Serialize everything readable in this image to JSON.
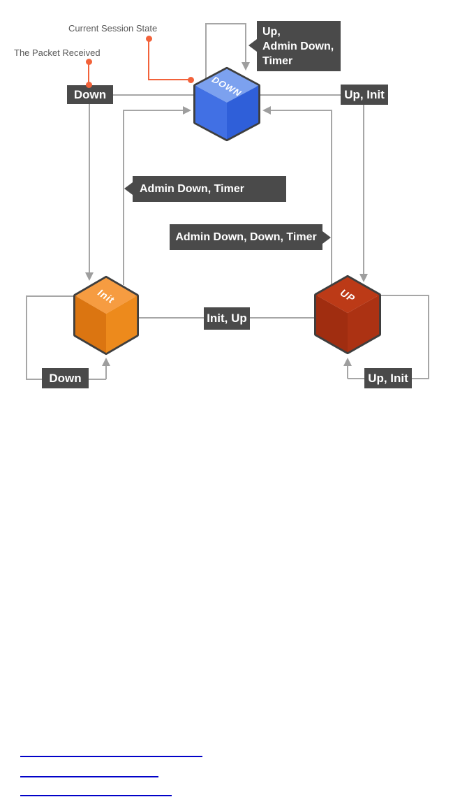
{
  "annotations": {
    "session_state": "Current Session State",
    "packet_received": "The Packet Received"
  },
  "states": {
    "down": {
      "label": "DOWN",
      "top": "#7CA1EF",
      "left": "#4170E4",
      "right": "#2F5FD9"
    },
    "init": {
      "label": "Init",
      "top": "#F69C41",
      "left": "#DB7511",
      "right": "#ED8A1C"
    },
    "up": {
      "label": "UP",
      "top": "#BC3A17",
      "left": "#A02D10",
      "right": "#AC3213"
    }
  },
  "transitions": {
    "down_self": {
      "lines": [
        "Up,",
        "Admin Down,",
        "Timer"
      ]
    },
    "down_to_init": "Down",
    "down_to_up": "Up, Init",
    "init_to_down": "Admin Down, Timer",
    "up_to_down": "Admin Down, Down, Timer",
    "init_to_up": "Init, Up",
    "init_self": "Down",
    "up_self": "Up, Init"
  },
  "colors": {
    "label_bg": "#4A4A4A",
    "label_text": "#FFFFFF",
    "line": "#A6A6A6",
    "arrow": "#9E9E9E",
    "leader": "#F2623A",
    "annotation_text": "#595959",
    "cube_outline": "#3E3E3E",
    "link": "#0101C8"
  }
}
